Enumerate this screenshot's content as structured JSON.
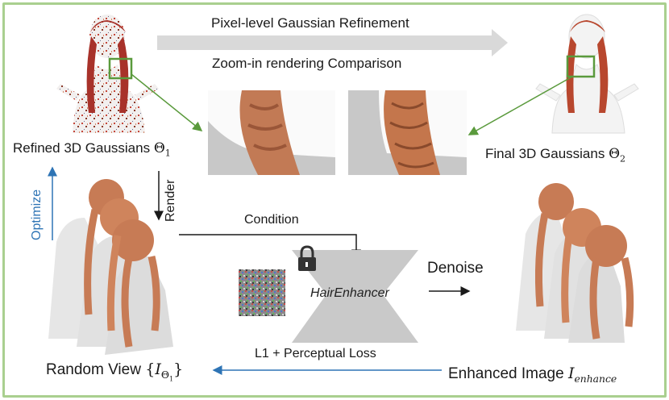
{
  "labels": {
    "top_arrow": "Pixel-level Gaussian Refinement",
    "zoom_title": "Zoom-in rendering Comparison",
    "refined": "Refined 3D Gaussians",
    "refined_sym": "Θ",
    "refined_sub": "1",
    "final": "Final 3D Gaussians",
    "final_sym": "Θ",
    "final_sub": "2",
    "render": "Render",
    "optimize": "Optimize",
    "condition": "Condition",
    "denoise": "Denoise",
    "hair_enhancer": "HairEnhancer",
    "loss": "L1 + Perceptual Loss",
    "random_view": "Random View",
    "random_sym_open": "{",
    "random_sym_I": "I",
    "random_sym_theta": "Θ",
    "random_sym_sub": "1",
    "random_sym_close": "}",
    "enhanced": "Enhanced Image",
    "enhanced_I": "I",
    "enhanced_sub": "enhance"
  },
  "colors": {
    "border": "#a9cf8f",
    "zoom_box": "#5a9a3c",
    "blue": "#2e74b5",
    "hair": "#c77b55",
    "body": "#e8e8e8",
    "enhancer": "#c9c9c9",
    "gray_arrow": "#d9d9d9"
  },
  "icons": {
    "lock": "lock-icon"
  }
}
